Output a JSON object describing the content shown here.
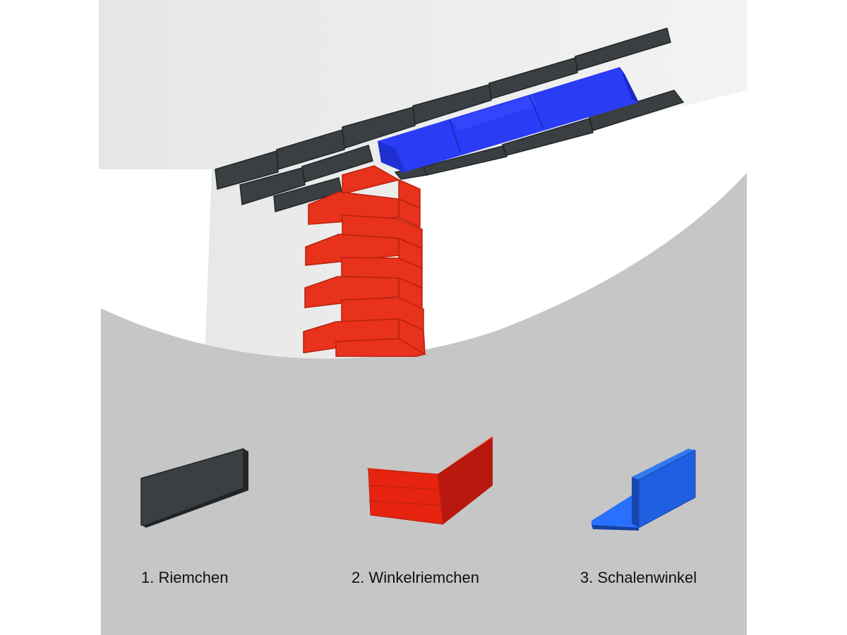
{
  "labels": {
    "riemchen": "1. Riemchen",
    "winkelriemchen": "2. Winkelriemchen",
    "schalenwinkel": "3. Schalenwinkel"
  },
  "colors": {
    "riemchen": "#3a3f42",
    "winkelriemchen": "#e8321c",
    "schalenwinkel": "#2b3cf5",
    "schalenwinkel_swatch": "#1f5fe0",
    "background_gray": "#c8c8c8",
    "wall": "#e9e9e9"
  }
}
